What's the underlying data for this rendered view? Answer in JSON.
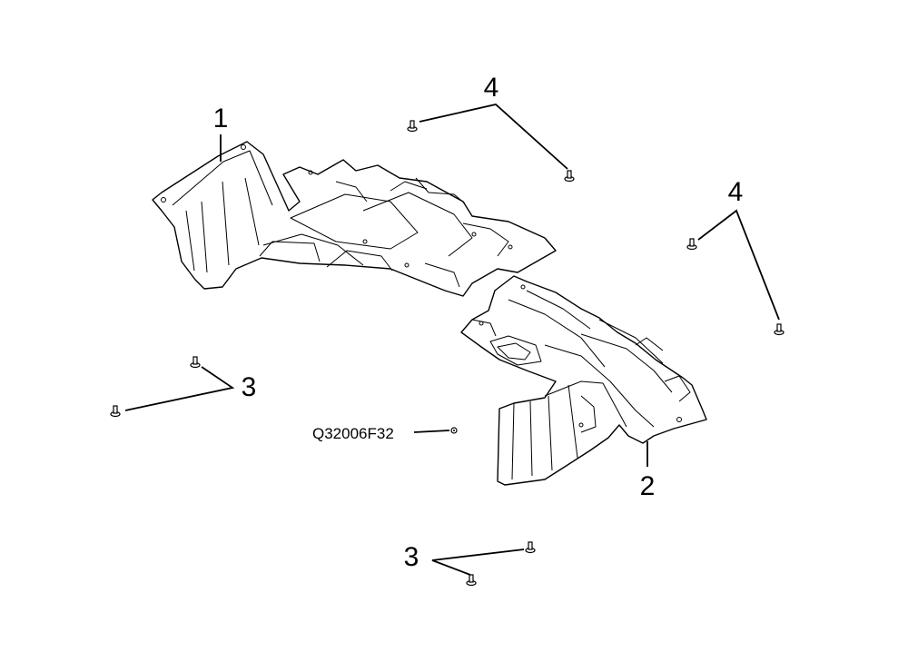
{
  "callouts": {
    "part_1": "1",
    "part_2": "2",
    "fastener_3_left": "3",
    "fastener_3_bottom": "3",
    "fastener_4_top": "4",
    "fastener_4_right": "4"
  },
  "part_number": "Q32006F32"
}
